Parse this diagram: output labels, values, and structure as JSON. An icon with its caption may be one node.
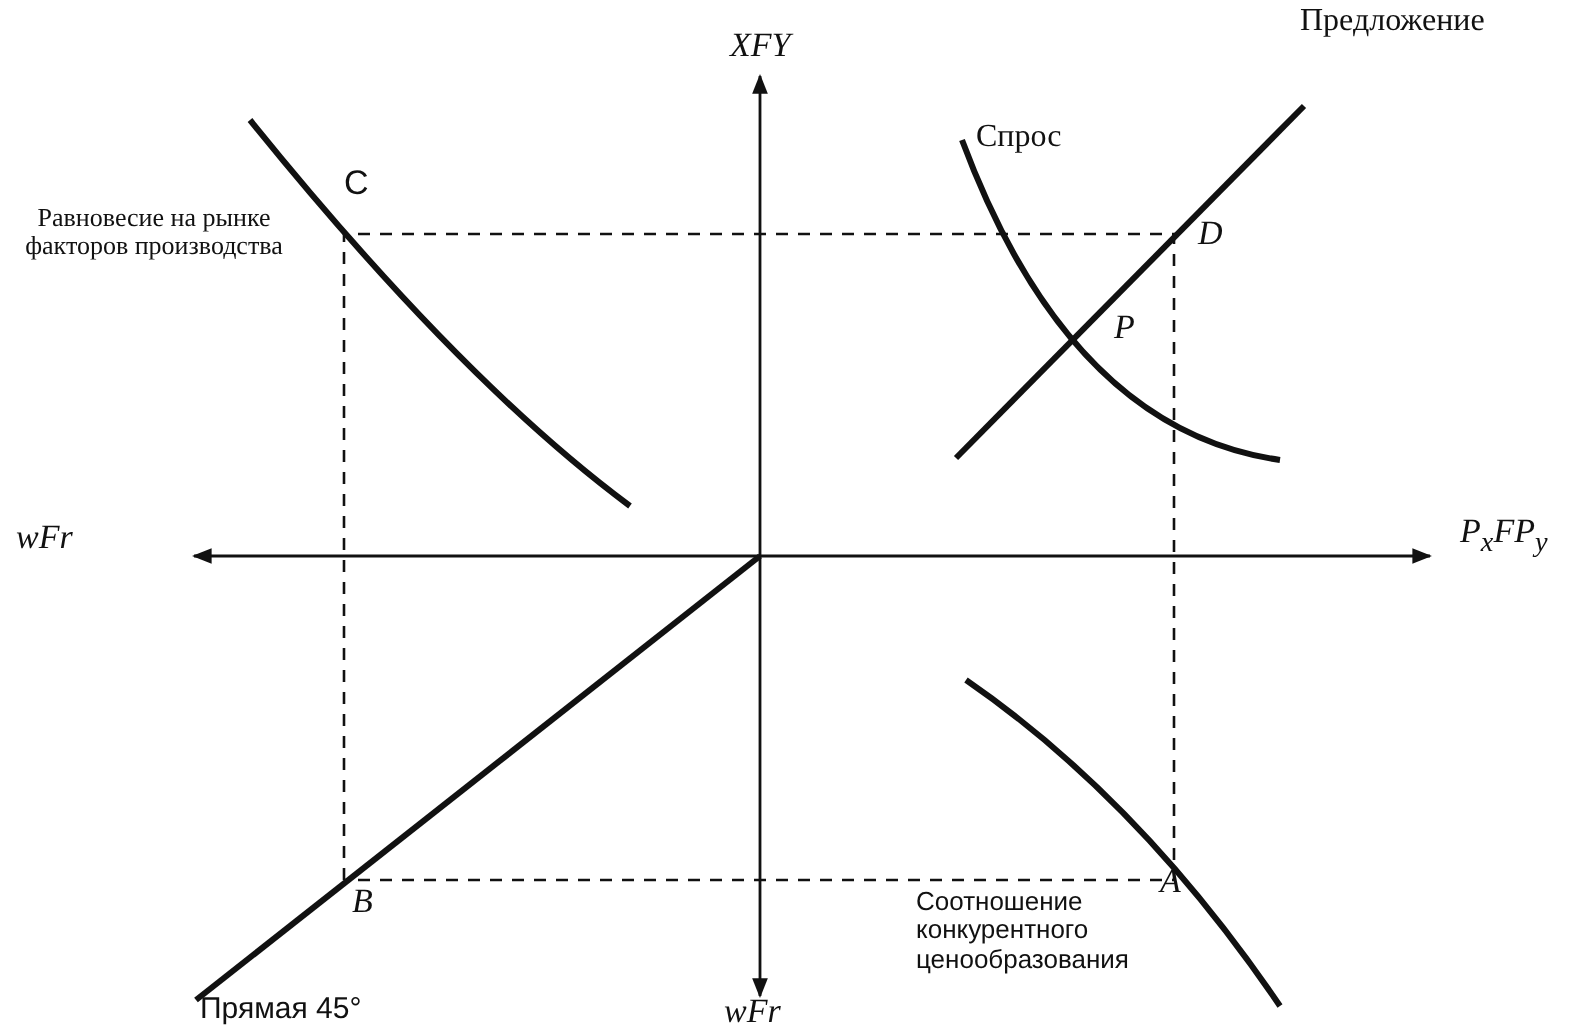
{
  "diagram": {
    "labels": [
      "XFY",
      "Предложение",
      "Спрос",
      "C",
      "Равновесие на рынке факторов производства",
      "D",
      "P",
      "wFr",
      "P$_{x}$FP$_{y}$",
      "B",
      "Соотношение конкурентного ценообразования",
      "A",
      "Прямая 45°",
      "wFr"
    ]
  }
}
